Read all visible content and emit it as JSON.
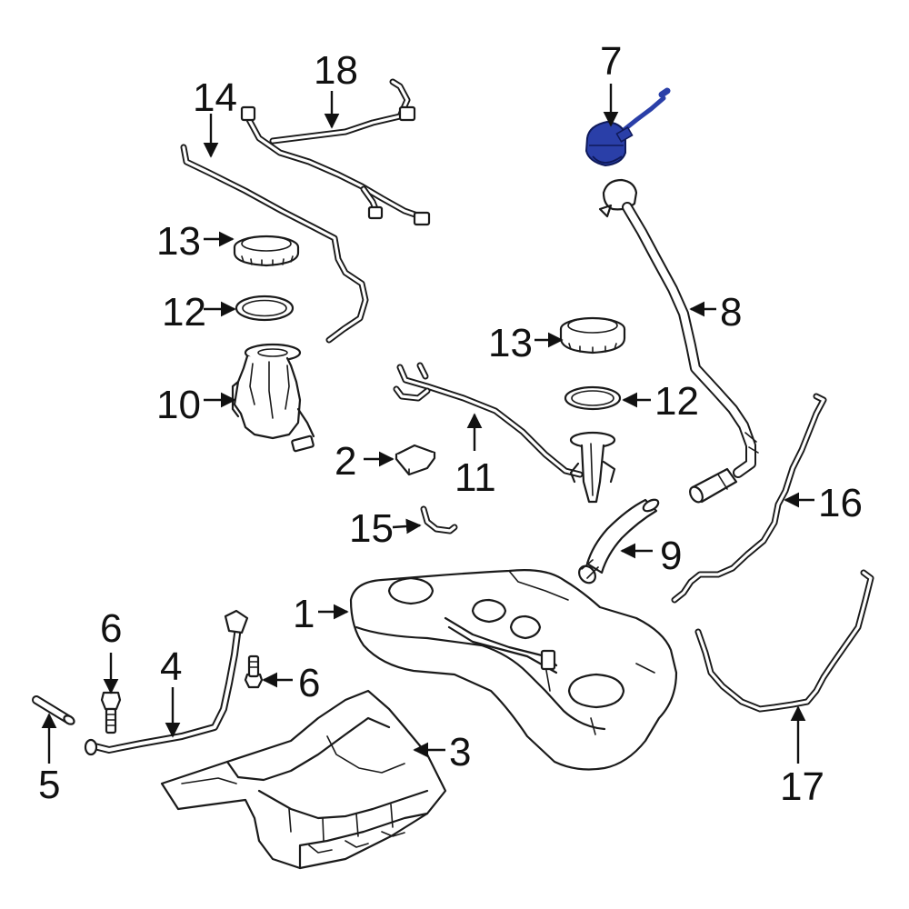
{
  "highlight_color": "#2a3fa8",
  "line_color": "#1a1a1a",
  "callouts": {
    "c1": "1",
    "c2": "2",
    "c3": "3",
    "c4": "4",
    "c5": "5",
    "c6a": "6",
    "c6b": "6",
    "c7": "7",
    "c8": "8",
    "c9": "9",
    "c10": "10",
    "c11": "11",
    "c12a": "12",
    "c12b": "12",
    "c13a": "13",
    "c13b": "13",
    "c14": "14",
    "c15": "15",
    "c16": "16",
    "c17": "17",
    "c18": "18"
  }
}
